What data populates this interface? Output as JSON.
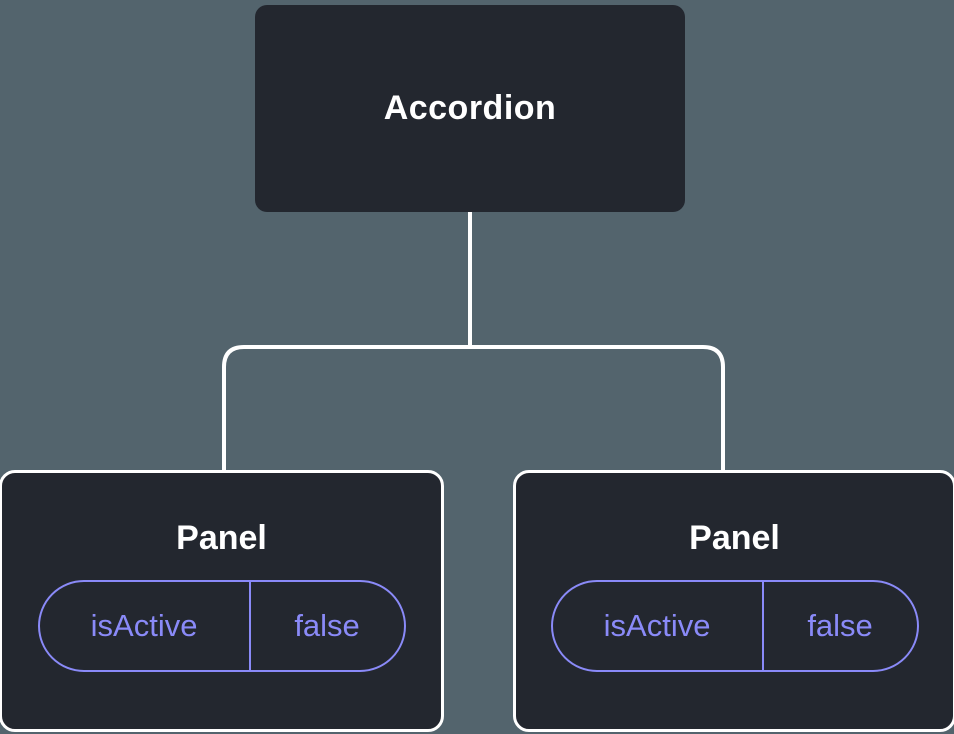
{
  "diagram": {
    "root": {
      "label": "Accordion"
    },
    "children": [
      {
        "label": "Panel",
        "state": {
          "key": "isActive",
          "value": "false"
        }
      },
      {
        "label": "Panel",
        "state": {
          "key": "isActive",
          "value": "false"
        }
      }
    ],
    "colors": {
      "background": "#53646d",
      "node_fill": "#23272f",
      "node_text": "#ffffff",
      "connector": "#ffffff",
      "state_accent": "#8a8af8"
    }
  }
}
